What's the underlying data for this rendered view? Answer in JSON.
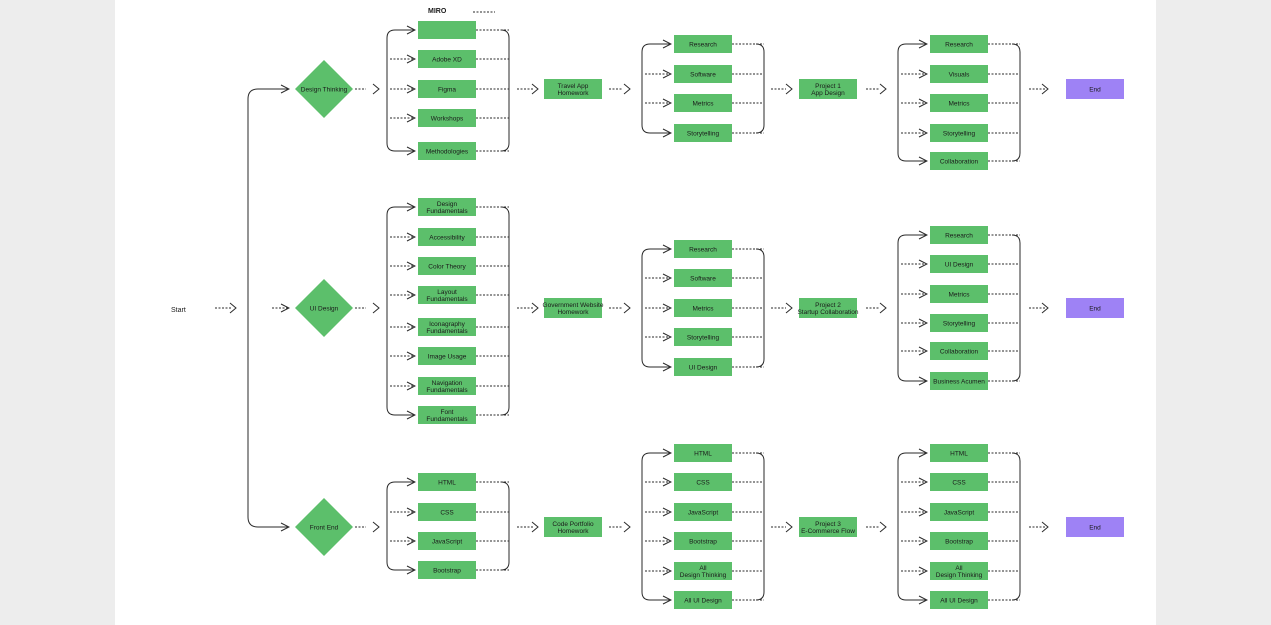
{
  "colors": {
    "box": "#5cbf6b",
    "end": "#9e82f5",
    "line": "#2a2a2a",
    "board": "#ffffff",
    "background": "#ededed"
  },
  "labels": {
    "start": "Start",
    "miro": "MIRO"
  },
  "tracks": [
    {
      "id": "design-thinking",
      "decision": "Design Thinking",
      "topics": [
        "",
        "Adobe XD",
        "Figma",
        "Workshops",
        "Methodologies"
      ],
      "homework": "Travel App Homework",
      "skills": [
        "Research",
        "Software",
        "Metrics",
        "Storytelling"
      ],
      "project": "Project 1 App Design",
      "project_skills": [
        "Research",
        "Visuals",
        "Metrics",
        "Storytelling",
        "Collaboration"
      ],
      "end": "End"
    },
    {
      "id": "ui-design",
      "decision": "UI Design",
      "topics": [
        "Design Fundamentals",
        "Accessibility",
        "Color Theory",
        "Layout Fundamentals",
        "Iconagraphy Fundamentals",
        "Image Usage",
        "Navigation Fundamentals",
        "Font Fundamentals"
      ],
      "homework": "Government Website Homework",
      "skills": [
        "Research",
        "Software",
        "Metrics",
        "Storytelling",
        "UI Design"
      ],
      "project": "Project 2 Startup Collaboration",
      "project_skills": [
        "Research",
        "UI Design",
        "Metrics",
        "Storytelling",
        "Collaboration",
        "Business Acumen"
      ],
      "end": "End"
    },
    {
      "id": "front-end",
      "decision": "Front End",
      "topics": [
        "HTML",
        "CSS",
        "JavaScript",
        "Bootstrap"
      ],
      "homework": "Code Portfolio Homework",
      "skills": [
        "HTML",
        "CSS",
        "JavaScript",
        "Bootstrap",
        "All Design Thinking",
        "All UI Design"
      ],
      "project": "Project 3 E-Commerce Flow",
      "project_skills": [
        "HTML",
        "CSS",
        "JavaScript",
        "Bootstrap",
        "All Design Thinking",
        "All UI Design"
      ],
      "end": "End"
    }
  ]
}
